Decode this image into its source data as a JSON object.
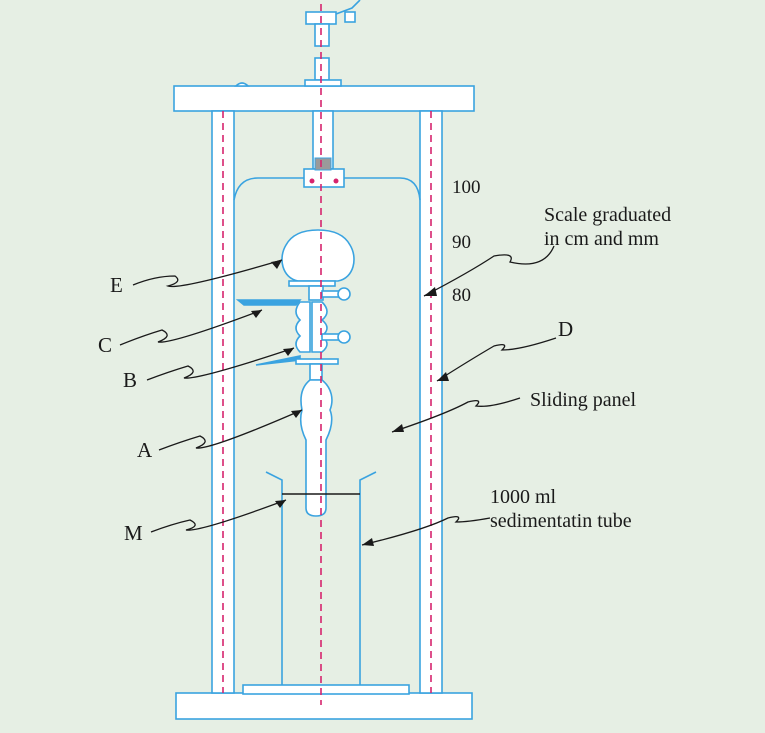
{
  "colors": {
    "background": "#e6efe4",
    "apparatus": "#3aa3e0",
    "centerline": "#d6246e",
    "leader": "#1a1a1a",
    "panel_fill": "#ffffff",
    "clamp_block": "#9a9a9a"
  },
  "scale_marks": [
    "100",
    "90",
    "80"
  ],
  "labels": {
    "E": "E",
    "C": "C",
    "B": "B",
    "A": "A",
    "M": "M",
    "D": "D"
  },
  "annotations": {
    "scale_line1": "Scale graduated",
    "scale_line2": "in cm and mm",
    "sliding_panel": "Sliding panel",
    "tube_line1": "1000 ml",
    "tube_line2": "sedimentatin tube"
  }
}
